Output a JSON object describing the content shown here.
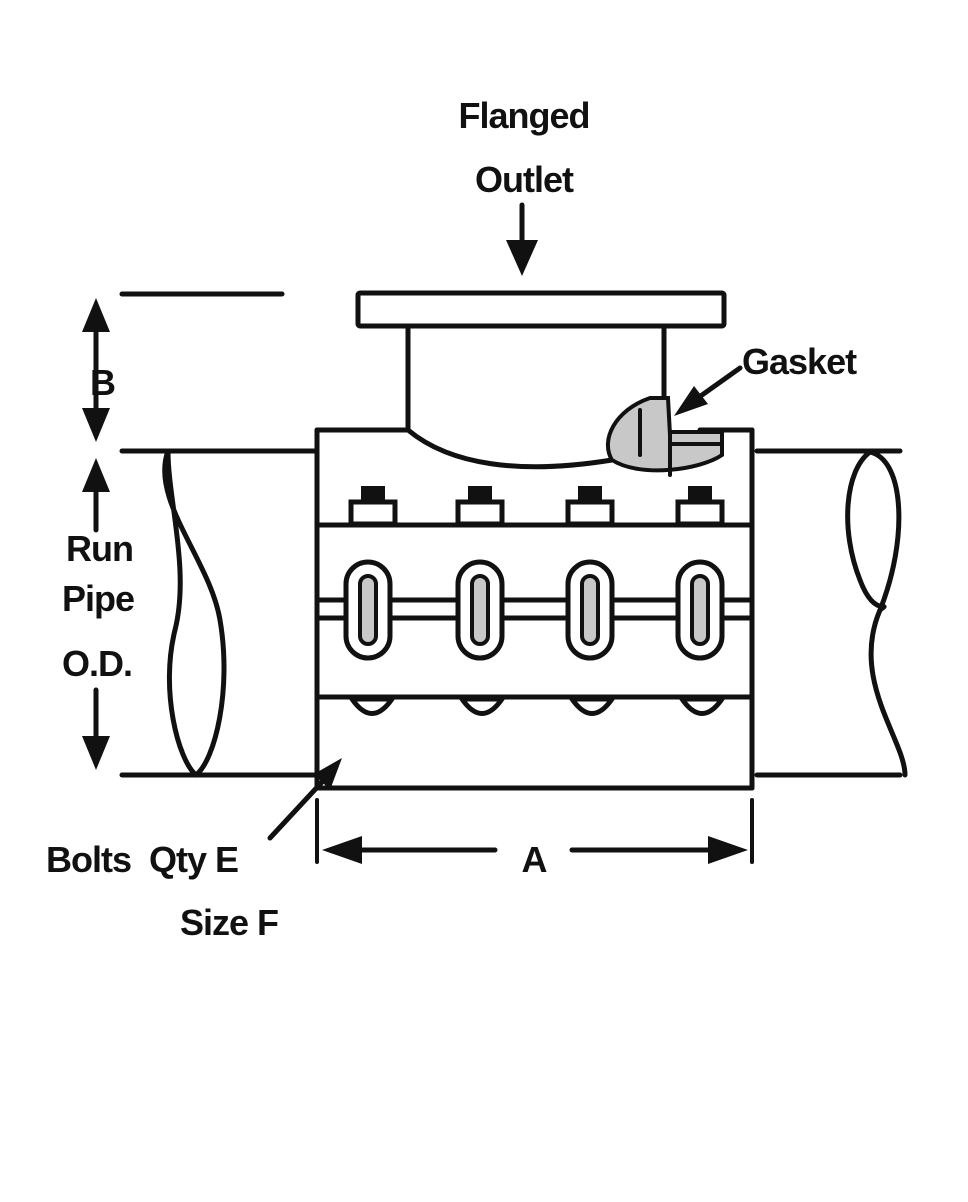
{
  "labels": {
    "flanged": "Flanged",
    "outlet": "Outlet",
    "gasket": "Gasket",
    "b": "B",
    "run": "Run",
    "pipe": "Pipe",
    "od": "O.D.",
    "bolts_qty": "Bolts  Qty E",
    "size": "Size F",
    "a": "A"
  },
  "colors": {
    "ink": "#111111",
    "background": "#ffffff",
    "gasket_fill": "#c8c8c8"
  }
}
